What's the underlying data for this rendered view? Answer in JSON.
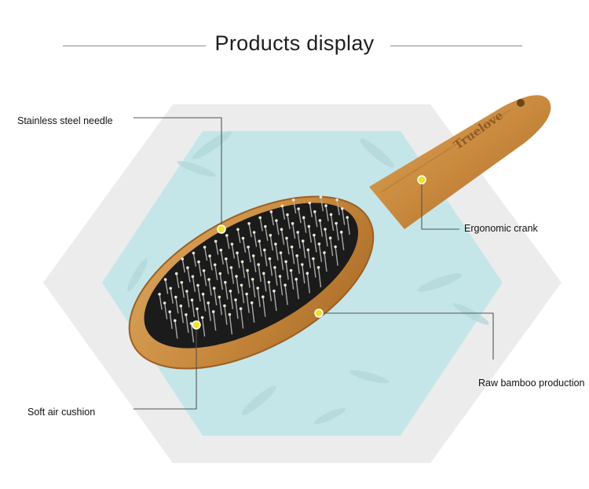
{
  "header": {
    "title": "Products display"
  },
  "brand": {
    "text": "Truelove"
  },
  "callouts": {
    "stainless_steel_needle": "Stainless steel needle",
    "ergonomic_crank": "Ergonomic crank",
    "raw_bamboo_production": "Raw bamboo production",
    "soft_air_cushion": "Soft air cushion"
  },
  "colors": {
    "hexagon_outer": "#ececec",
    "hexagon_inner": "#c4e6e8",
    "bamboo": "#c98a3e",
    "cushion": "#1b1b1b",
    "marker": "#f2e12a",
    "leader_line": "#555555"
  }
}
